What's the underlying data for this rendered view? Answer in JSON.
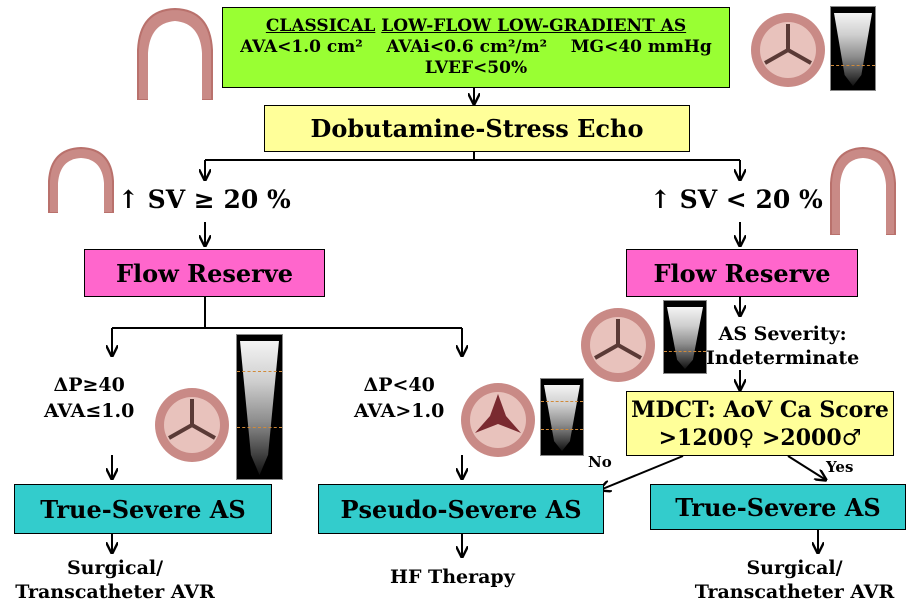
{
  "top_box": {
    "title_a": "CLASSICAL",
    "title_b": "LOW-FLOW  LOW-GRADIENT AS",
    "line2_a": "AVA<1.0 cm²",
    "line2_b": "AVAi<0.6 cm²/m²",
    "line2_c": "MG<40 mmHg",
    "line3": "LVEF<50%"
  },
  "dse_box": "Dobutamine-Stress Echo",
  "left_branch": {
    "condition": "↑ SV ≥ 20 %",
    "flow_reserve": "Flow Reserve",
    "sub_left": {
      "line1": "ΔP≥40",
      "line2": "AVA≤1.0",
      "result": "True-Severe AS",
      "treatment_line1": "Surgical/",
      "treatment_line2": "Transcatheter AVR"
    },
    "sub_right": {
      "line1": "ΔP<40",
      "line2": "AVA>1.0",
      "result": "Pseudo-Severe AS",
      "treatment": "HF Therapy"
    }
  },
  "right_branch": {
    "condition": "↑ SV < 20 %",
    "flow_reserve": "Flow Reserve",
    "severity_line1": "AS Severity:",
    "severity_line2": "Indeterminate",
    "mdct_line1": "MDCT: AoV Ca Score",
    "mdct_line2": ">1200♀  >2000♂",
    "no_label": "No",
    "yes_label": "Yes",
    "result": "True-Severe AS",
    "treatment_line1": "Surgical/",
    "treatment_line2": "Transcatheter AVR"
  },
  "colors": {
    "top_box": "#99ff33",
    "dse_box": "#ffff99",
    "flow_reserve": "#ff66cc",
    "result_box": "#33cccc",
    "mdct_box": "#ffff99",
    "line": "#000000"
  },
  "icons": [
    "lv-apex-icon",
    "aortic-valve-open-icon",
    "aortic-valve-stenotic-icon",
    "doppler-trace-icon"
  ]
}
